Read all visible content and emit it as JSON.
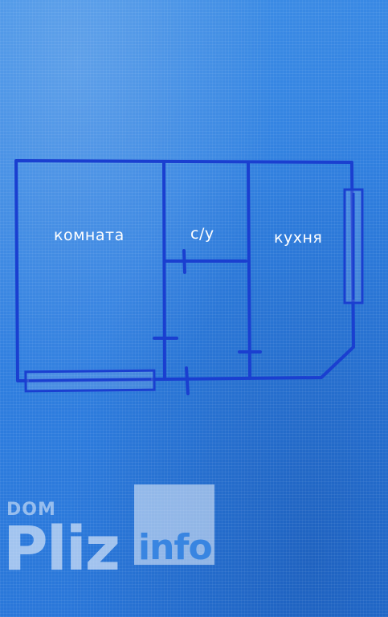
{
  "plan": {
    "rooms": {
      "room": "комната",
      "bathroom": "с/у",
      "kitchen": "кухня"
    }
  },
  "watermark": {
    "top": "DOM",
    "main": "Pliz",
    "suffix": "info"
  },
  "colors": {
    "background": "#2f7fe0",
    "wall_line": "#1a3fd0",
    "label": "#ffffff"
  }
}
